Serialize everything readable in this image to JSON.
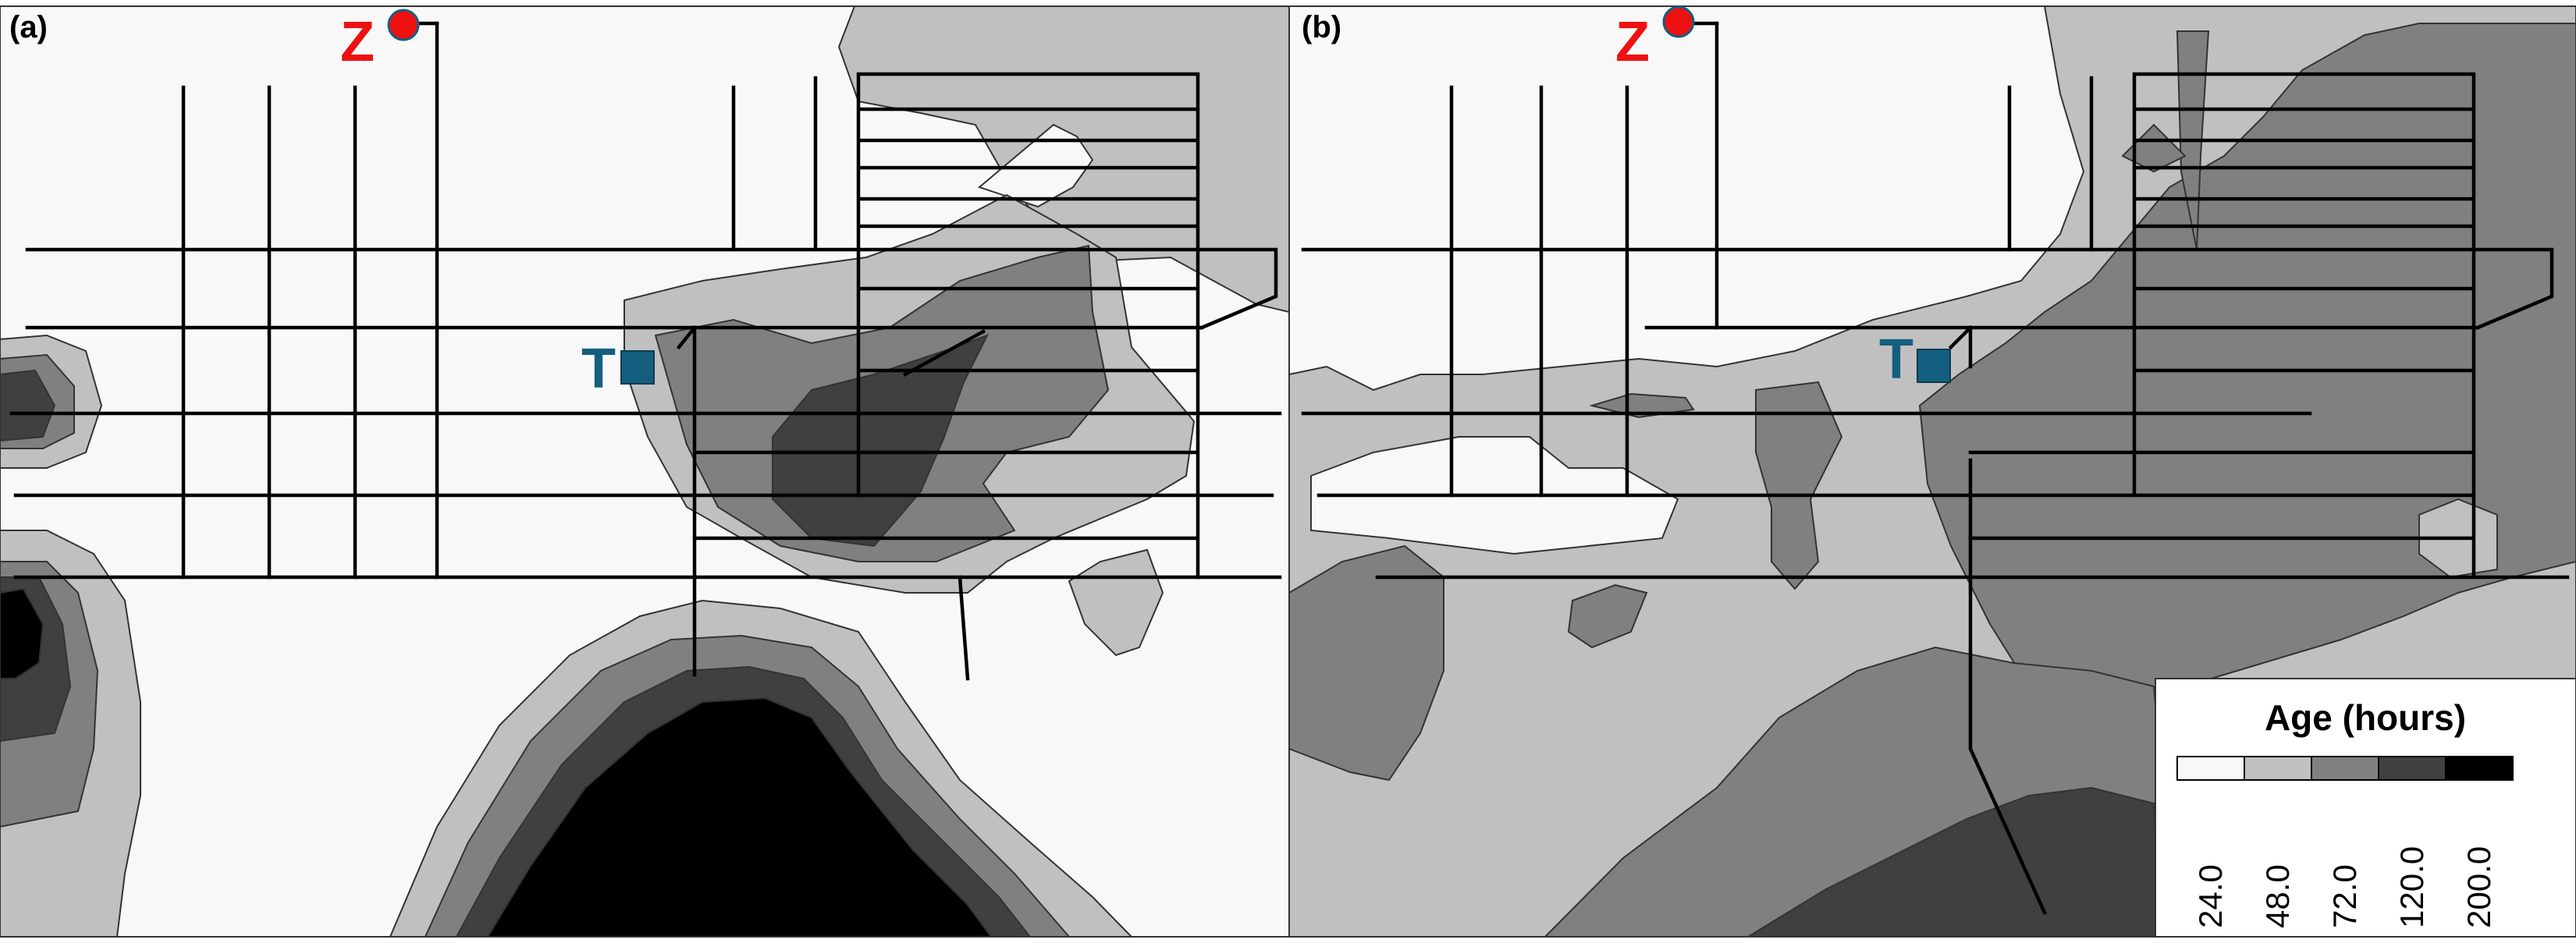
{
  "panels": [
    {
      "id": "a",
      "label": "(a)",
      "source_marker": {
        "letter": "Z"
      },
      "tank_marker": {
        "letter": "T"
      }
    },
    {
      "id": "b",
      "label": "(b)",
      "source_marker": {
        "letter": "Z"
      },
      "tank_marker": {
        "letter": "T"
      }
    }
  ],
  "legend": {
    "title": "Age (hours)",
    "classes": [
      {
        "upper": "24.0",
        "color": "#f8f8f8"
      },
      {
        "upper": "48.0",
        "color": "#c0c0c0"
      },
      {
        "upper": "72.0",
        "color": "#808080"
      },
      {
        "upper": "120.0",
        "color": "#404040"
      },
      {
        "upper": "200.0",
        "color": "#000000"
      }
    ]
  },
  "colors": {
    "source_marker": "#ee1111",
    "tank_marker": "#145f7f",
    "pipe": "#000000"
  },
  "icons": [
    "source-circle-icon",
    "tank-square-icon"
  ]
}
